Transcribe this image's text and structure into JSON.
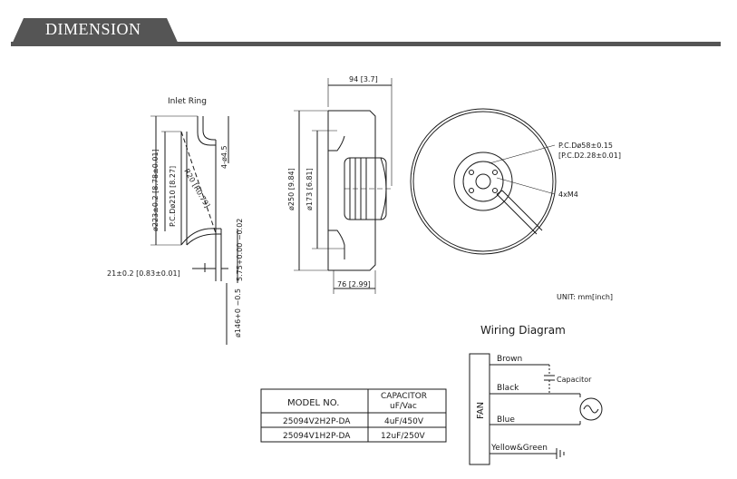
{
  "header": {
    "title": "DIMENSION"
  },
  "inlet_ring": {
    "title": "Inlet Ring",
    "dia_223": "ø223±0.2 [8.78±0.01]",
    "pcd_210": "P.C.Dø210 [8.27]",
    "radius": "R20 [R0.79]",
    "holes": "4-ø4.5",
    "depth_21": "21±0.2 [0.83±0.01]",
    "depth_575": "5.75+0.00 −0.02",
    "dia_146": "ø146+0 −0.5"
  },
  "side_view": {
    "width_94": "94 [3.7]",
    "dia_250": "ø250 [9.84]",
    "dia_173": "ø173 [6.81]",
    "depth_76": "76 [2.99]"
  },
  "front_view": {
    "pcd_58": "P.C.Dø58±0.15",
    "pcd_58_inch": "[P.C.D2.28±0.01]",
    "screws": "4xM4",
    "unit": "UNIT: mm[inch]"
  },
  "wiring": {
    "title": "Wiring Diagram",
    "fan": "FAN",
    "brown": "Brown",
    "black": "Black",
    "blue": "Blue",
    "ground": "Yellow&Green",
    "capacitor": "Capacitor"
  },
  "table": {
    "headers": [
      "MODEL NO.",
      "CAPACITOR",
      "uF/Vac"
    ],
    "rows": [
      [
        "25094V2H2P-DA",
        "4uF/450V"
      ],
      [
        "25094V1H2P-DA",
        "12uF/250V"
      ]
    ]
  }
}
